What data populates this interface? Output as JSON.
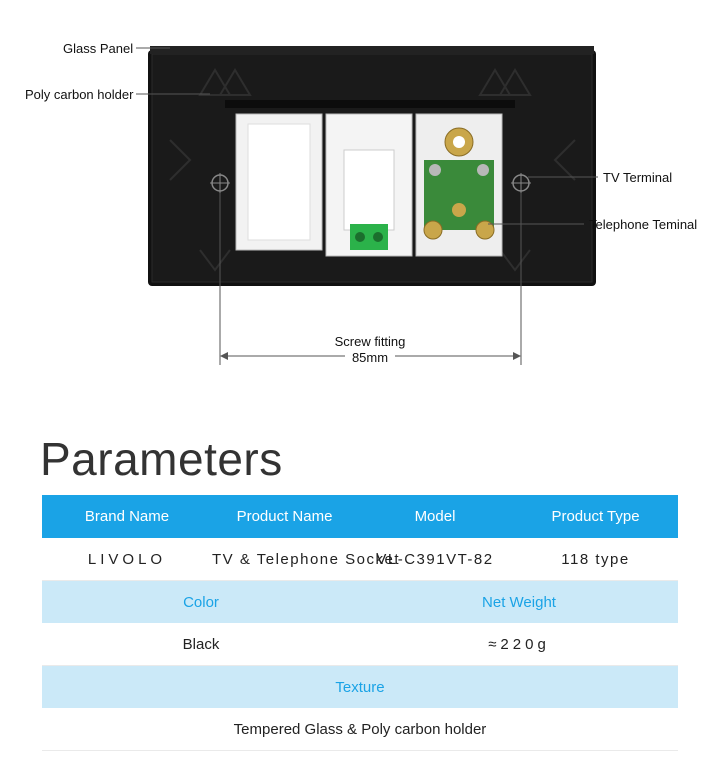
{
  "diagram": {
    "labels": {
      "glass_panel": "Glass Panel",
      "poly_holder": "Poly carbon holder",
      "tv_terminal": "TV Terminal",
      "telephone_terminal": "Telephone Teminal",
      "screw_fitting": "Screw fitting",
      "screw_distance": "85mm"
    }
  },
  "parameters": {
    "title": "Parameters",
    "headers": [
      "Brand Name",
      "Product Name",
      "Model",
      "Product Type"
    ],
    "row1": [
      "LIVOLO",
      "TV & Telephone Socket",
      "VL-C391VT-82",
      "118 type"
    ],
    "color_label": "Color",
    "weight_label": "Net Weight",
    "color_value": "Black",
    "weight_value": "≈220g",
    "texture_label": "Texture",
    "texture_value": "Tempered Glass & Poly carbon holder"
  },
  "colors": {
    "header_blue": "#1aa3e6",
    "light_blue": "#cbe9f8"
  }
}
